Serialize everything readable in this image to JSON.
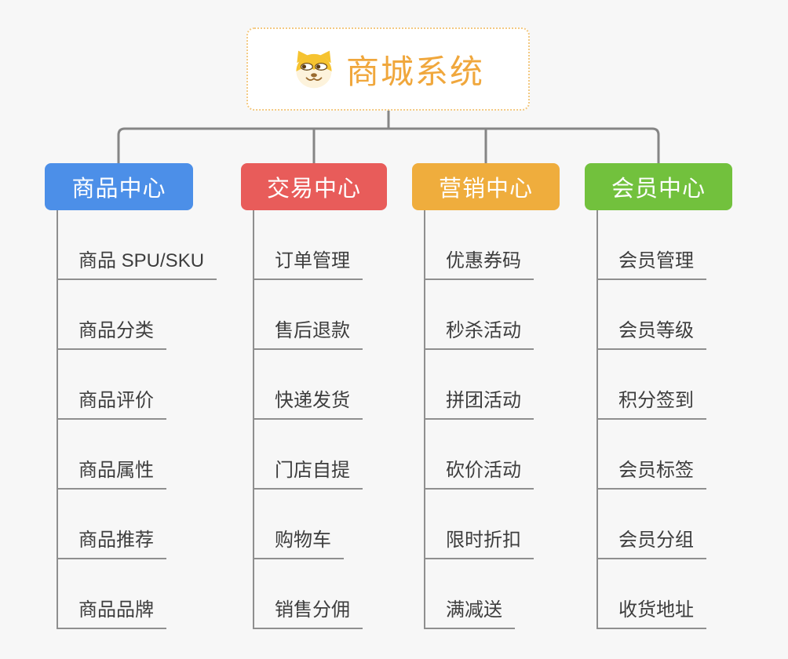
{
  "root": {
    "label": "商城系统",
    "icon": "doge-icon",
    "text_color": "#f0a73c",
    "border_color": "#f3c982"
  },
  "connector_color": "#858585",
  "background_color": "#f7f7f7",
  "branches": [
    {
      "label": "商品中心",
      "color": "#4c8fe8",
      "children": [
        "商品 SPU/SKU",
        "商品分类",
        "商品评价",
        "商品属性",
        "商品推荐",
        "商品品牌"
      ]
    },
    {
      "label": "交易中心",
      "color": "#e85c5a",
      "children": [
        "订单管理",
        "售后退款",
        "快递发货",
        "门店自提",
        "购物车",
        "销售分佣"
      ]
    },
    {
      "label": "营销中心",
      "color": "#efad3d",
      "children": [
        "优惠券码",
        "秒杀活动",
        "拼团活动",
        "砍价活动",
        "限时折扣",
        "满减送"
      ]
    },
    {
      "label": "会员中心",
      "color": "#72c13d",
      "children": [
        "会员管理",
        "会员等级",
        "积分签到",
        "会员标签",
        "会员分组",
        "收货地址"
      ]
    }
  ]
}
